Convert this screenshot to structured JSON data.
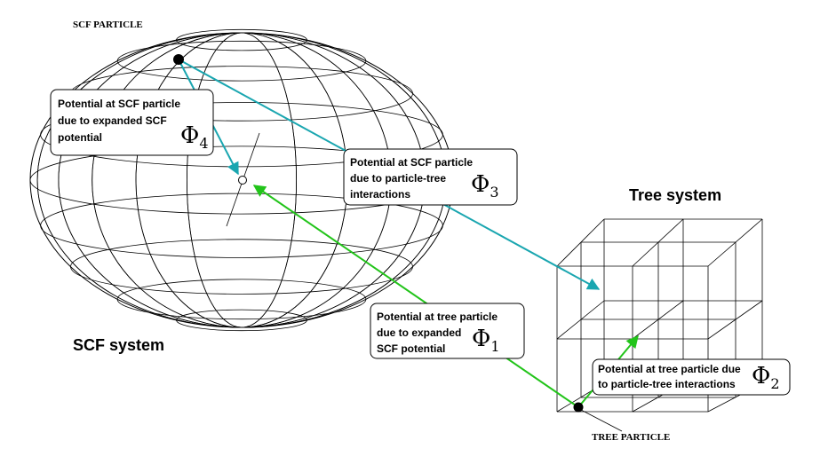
{
  "labels": {
    "scf_particle": "SCF PARTICLE",
    "tree_particle": "TREE PARTICLE",
    "scf_system": "SCF system",
    "tree_system": "Tree system"
  },
  "boxes": {
    "phi4": {
      "line1": "Potential at SCF particle",
      "line2": "due to expanded SCF",
      "line3": "potential",
      "symbol": "Φ",
      "sub": "4"
    },
    "phi3": {
      "line1": "Potential at SCF particle",
      "line2": "due to particle-tree",
      "line3": "interactions",
      "symbol": "Φ",
      "sub": "3"
    },
    "phi1": {
      "line1": "Potential at tree particle",
      "line2": "due to expanded",
      "line3": "SCF potential",
      "symbol": "Φ",
      "sub": "1"
    },
    "phi2": {
      "line1": "Potential at tree particle due",
      "line2": "to particle-tree interactions",
      "symbol": "Φ",
      "sub": "2"
    }
  },
  "colors": {
    "teal_arrow": "#1aa6b0",
    "green_arrow": "#22c41a",
    "outline": "#000000"
  }
}
